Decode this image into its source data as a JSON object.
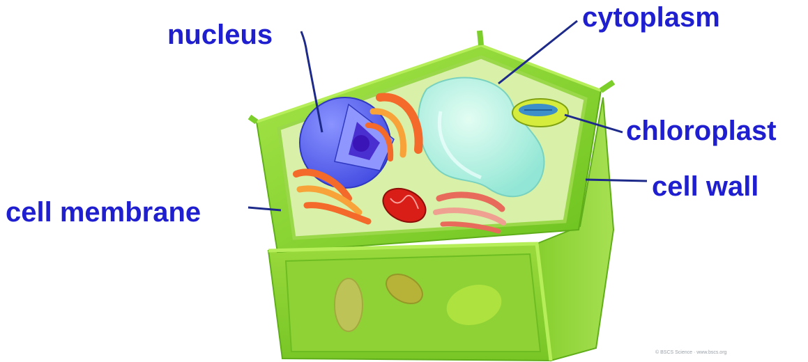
{
  "labels": {
    "nucleus": "nucleus",
    "cytoplasm": "cytoplasm",
    "chloroplast": "chloroplast",
    "cell_wall": "cell wall",
    "cell_membrane": "cell membrane"
  },
  "credit": "© BSCS Science · www.bscs.org",
  "colors": {
    "label_text": "#1f1fd0",
    "leader_line": "#1d2a8a",
    "cell_wall": "#7ccf2a",
    "cytoplasm": "#d8f0a8",
    "nucleus": "#5a66ff",
    "vacuole": "#9ff0e6",
    "mitochondrion": "#d81e16",
    "golgi": "#f36a2a",
    "chloroplast": "#d5ec3c"
  }
}
